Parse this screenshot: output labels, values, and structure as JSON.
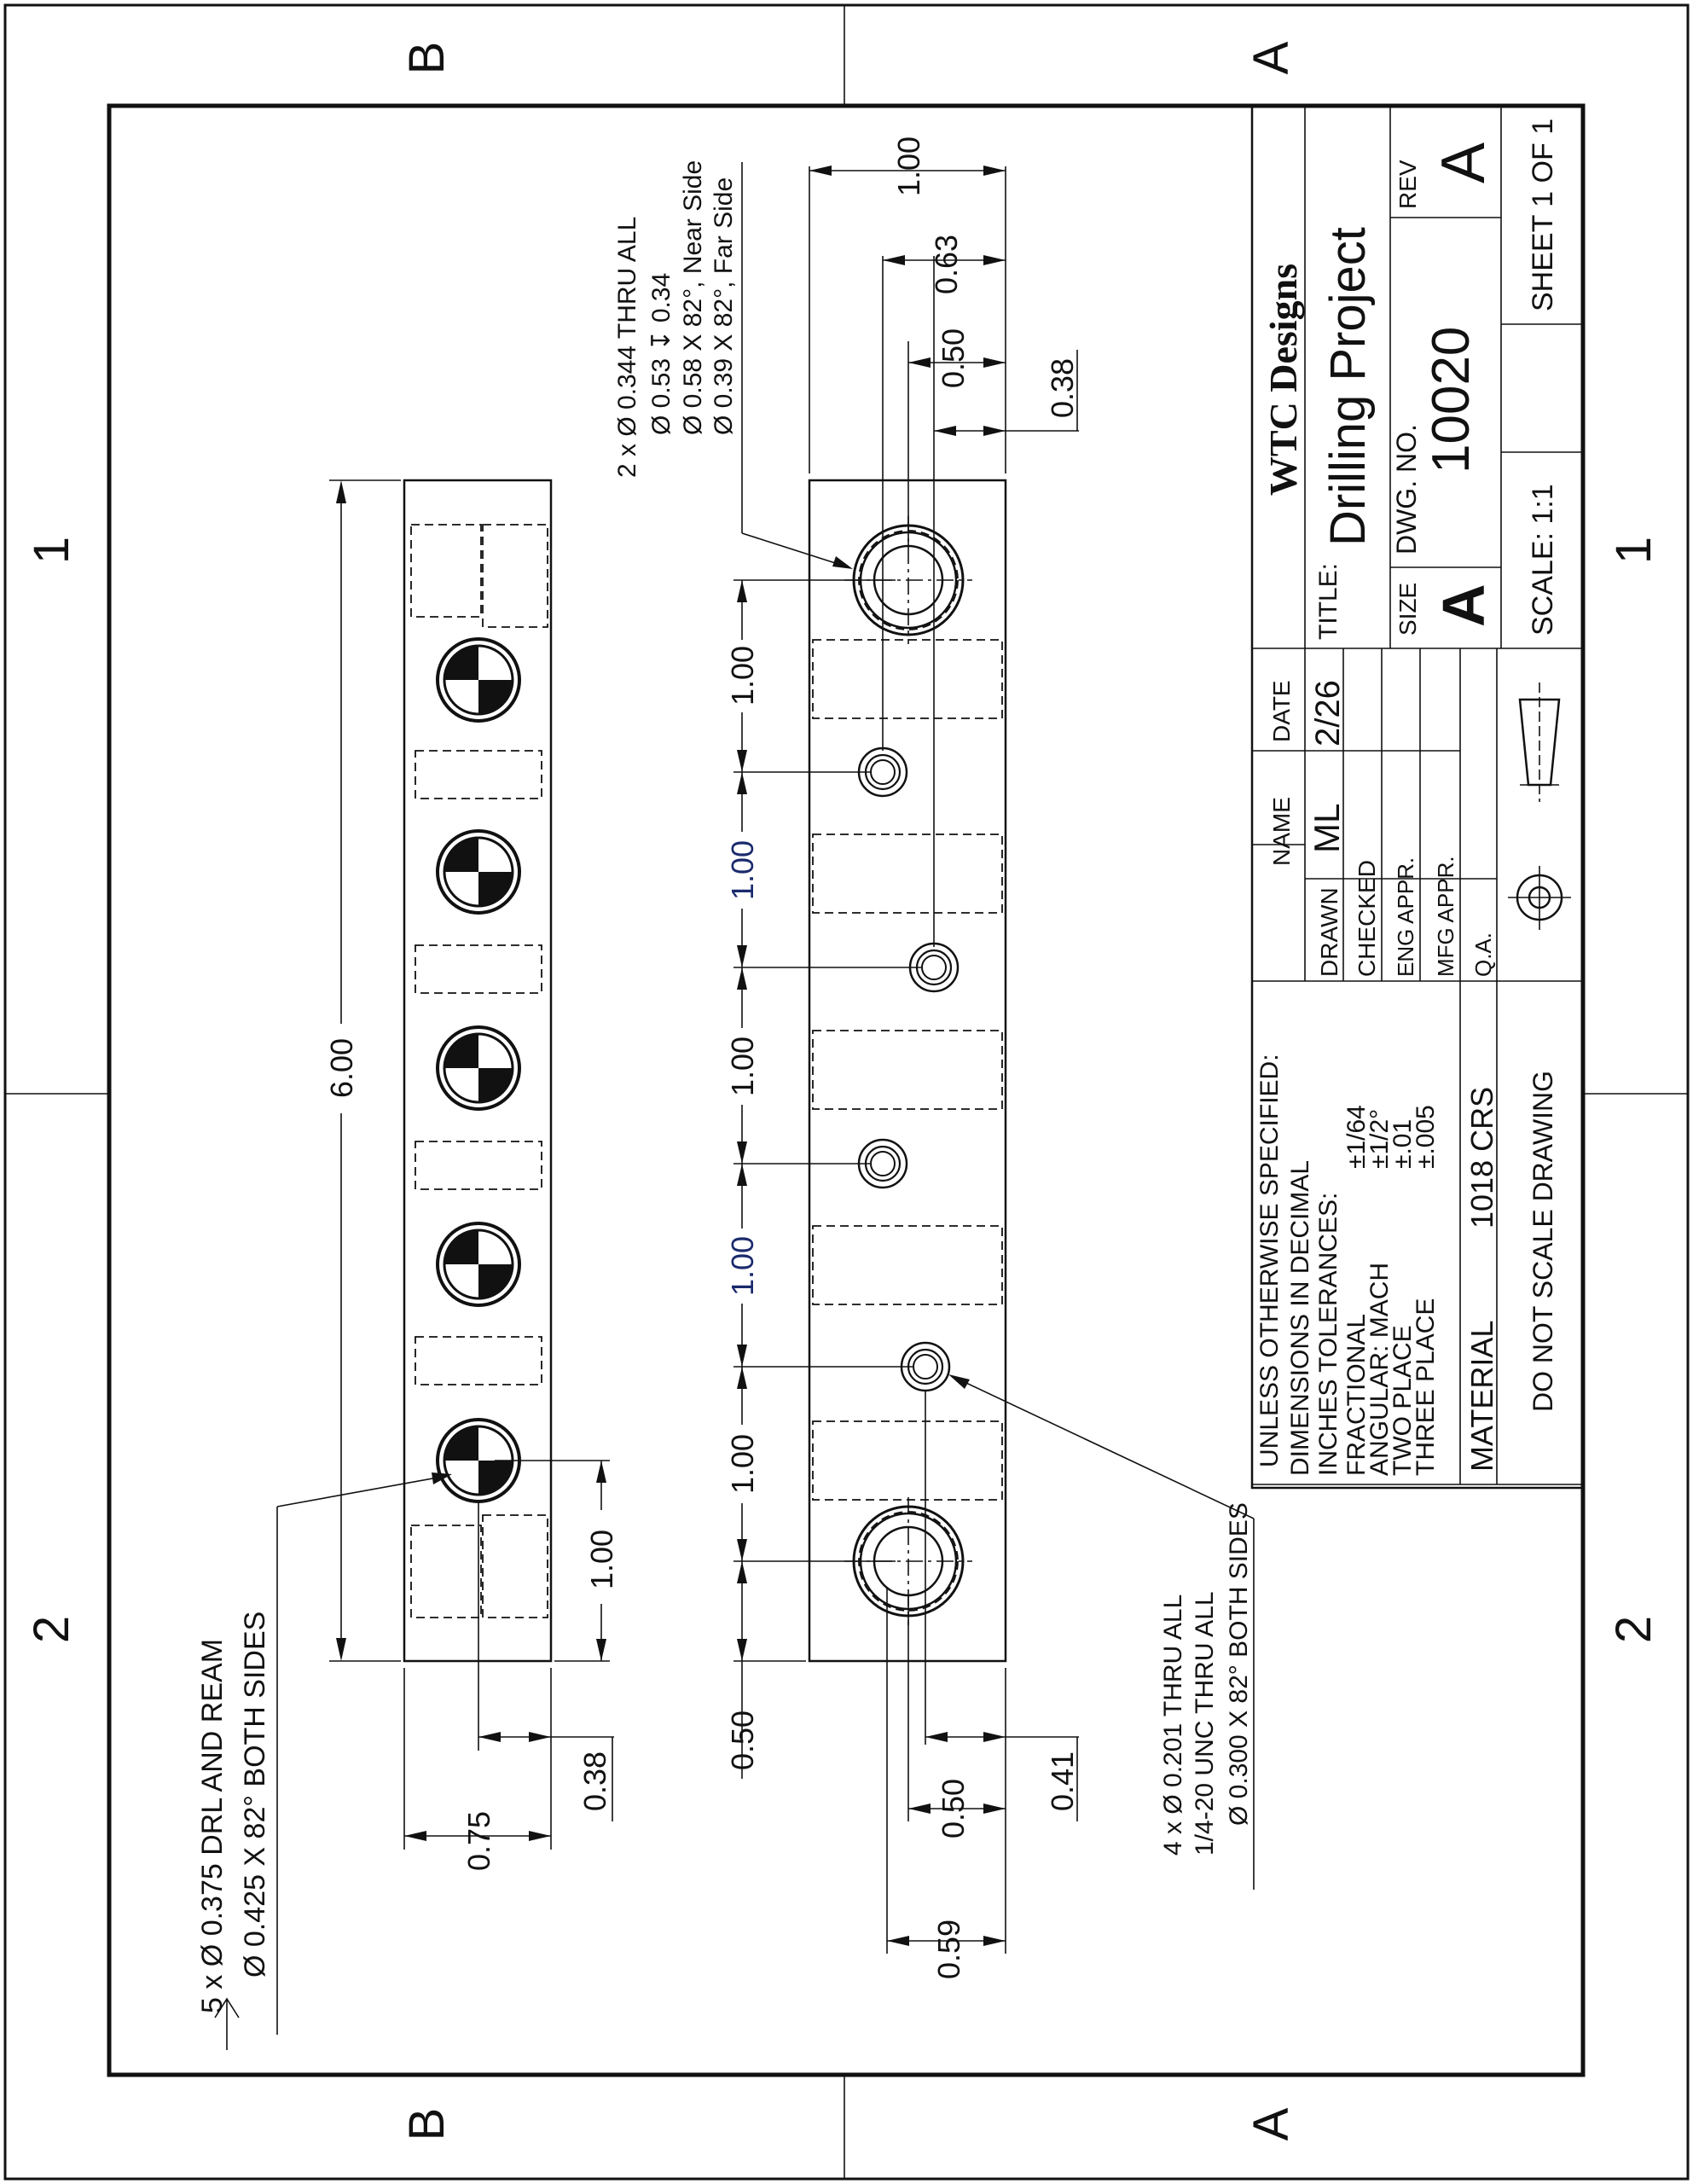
{
  "zones": {
    "top": [
      "B",
      "1",
      "2",
      "A"
    ],
    "side": [
      "2",
      "1"
    ]
  },
  "title_block": {
    "company": "WTC Designs",
    "title_label": "TITLE:",
    "title": "Drilling Project",
    "name_header": "NAME",
    "date_header": "DATE",
    "rows": [
      {
        "label": "DRAWN",
        "name": "ML",
        "date": "2/26"
      },
      {
        "label": "CHECKED",
        "name": "",
        "date": ""
      },
      {
        "label": "ENG APPR.",
        "name": "",
        "date": ""
      },
      {
        "label": "MFG APPR.",
        "name": "",
        "date": ""
      },
      {
        "label": "Q.A.",
        "name": "",
        "date": ""
      }
    ],
    "size_label": "SIZE",
    "size": "A",
    "dwg_no_label": "DWG.  NO.",
    "dwg_no": "10020",
    "rev_label": "REV",
    "rev": "A",
    "scale": "SCALE: 1:1",
    "sheet": "SHEET 1 OF 1"
  },
  "notes": {
    "line1": "UNLESS OTHERWISE SPECIFIED:",
    "line2": "DIMENSIONS IN DECIMAL",
    "line3": "INCHES TOLERANCES:",
    "fractional": "FRACTIONAL",
    "fractional_tol": "±1/64",
    "angular": "ANGULAR: MACH",
    "angular_tol": "±1/2°",
    "two_place": "TWO PLACE",
    "two_place_tol": "±.01",
    "three_place": "THREE PLACE",
    "three_place_tol": "±.005",
    "material_label": "MATERIAL",
    "material": "1018 CRS",
    "do_not_scale": "DO NOT SCALE DRAWING"
  },
  "callouts": {
    "reamed": {
      "line1": "5 x Ø 0.375 DRL AND REAM",
      "line2": "Ø 0.425 X 82° BOTH SIDES"
    },
    "cbore": {
      "line1": "2 x Ø 0.344 THRU ALL",
      "line2": "Ø 0.53 ↧ 0.34",
      "line3": "Ø 0.58 X 82°, Near Side",
      "line4": "Ø 0.39 X 82°, Far Side"
    },
    "tapped": {
      "line1": "4 x Ø 0.201 THRU ALL",
      "line2": "1/4-20 UNC  THRU ALL",
      "line3": "Ø 0.300 X 82° BOTH SIDES"
    }
  },
  "dimensions": {
    "overall_length": "6.00",
    "top_end_offset": "1.00",
    "top_width": "0.75",
    "top_hole_offset": "0.38",
    "pitch": [
      "1.00",
      "1.00",
      "1.00",
      "1.00",
      "1.00"
    ],
    "bottom_end_offset": "0.50",
    "bottom_width": "1.00",
    "bottom_cbore_offset": "0.63",
    "bottom_tap_offset_top": "0.50",
    "bottom_edge_top": "0.38",
    "bottom_tap_offset_bottom": "0.50",
    "bottom_tap_offset_side": "0.59",
    "bottom_edge_bottom": "0.41"
  }
}
